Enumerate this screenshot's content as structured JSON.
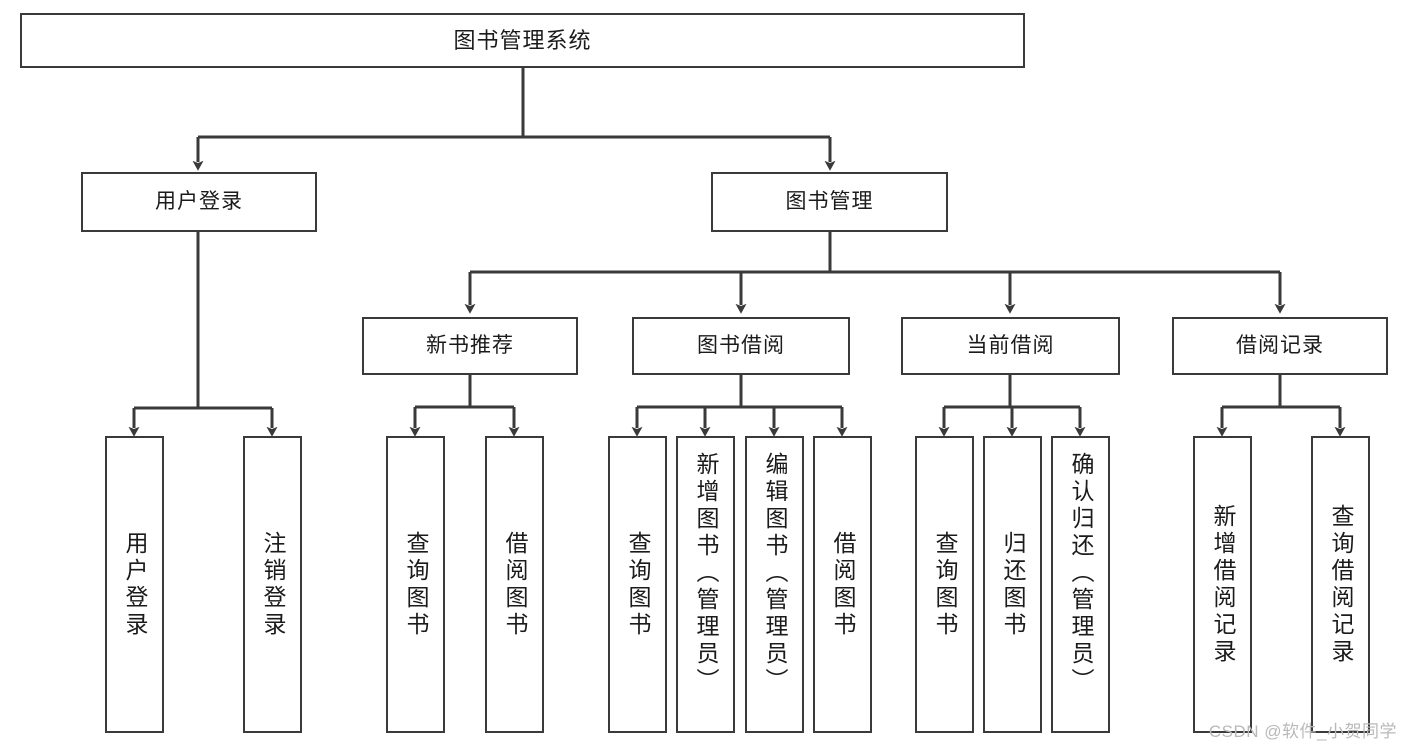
{
  "diagram": {
    "title": "图书管理系统",
    "type": "tree",
    "watermark": "CSDN @软件_小贺同学",
    "colors": {
      "box_border": "#3a3a3a",
      "box_fill": "#ffffff",
      "edge": "#3a3a3a",
      "text": "#1b1b1b",
      "watermark": "#b9b9b9",
      "background": "#ffffff"
    },
    "nodes": {
      "root": {
        "label": "图书管理系统"
      },
      "level2": [
        {
          "label": "用户登录"
        },
        {
          "label": "图书管理"
        }
      ],
      "level3": [
        {
          "label": "新书推荐"
        },
        {
          "label": "图书借阅"
        },
        {
          "label": "当前借阅"
        },
        {
          "label": "借阅记录"
        }
      ],
      "leaves": {
        "user_login": [
          {
            "label": "用户登录"
          },
          {
            "label": "注销登录"
          }
        ],
        "new_book": [
          {
            "label": "查询图书"
          },
          {
            "label": "借阅图书"
          }
        ],
        "book_borrow": [
          {
            "label": "查询图书"
          },
          {
            "label": "新增图书（管理员）"
          },
          {
            "label": "编辑图书（管理员）"
          },
          {
            "label": "借阅图书"
          }
        ],
        "current_borrow": [
          {
            "label": "查询图书"
          },
          {
            "label": "归还图书"
          },
          {
            "label": "确认归还（管理员）"
          }
        ],
        "borrow_record": [
          {
            "label": "新增借阅记录"
          },
          {
            "label": "查询借阅记录"
          }
        ]
      }
    }
  }
}
